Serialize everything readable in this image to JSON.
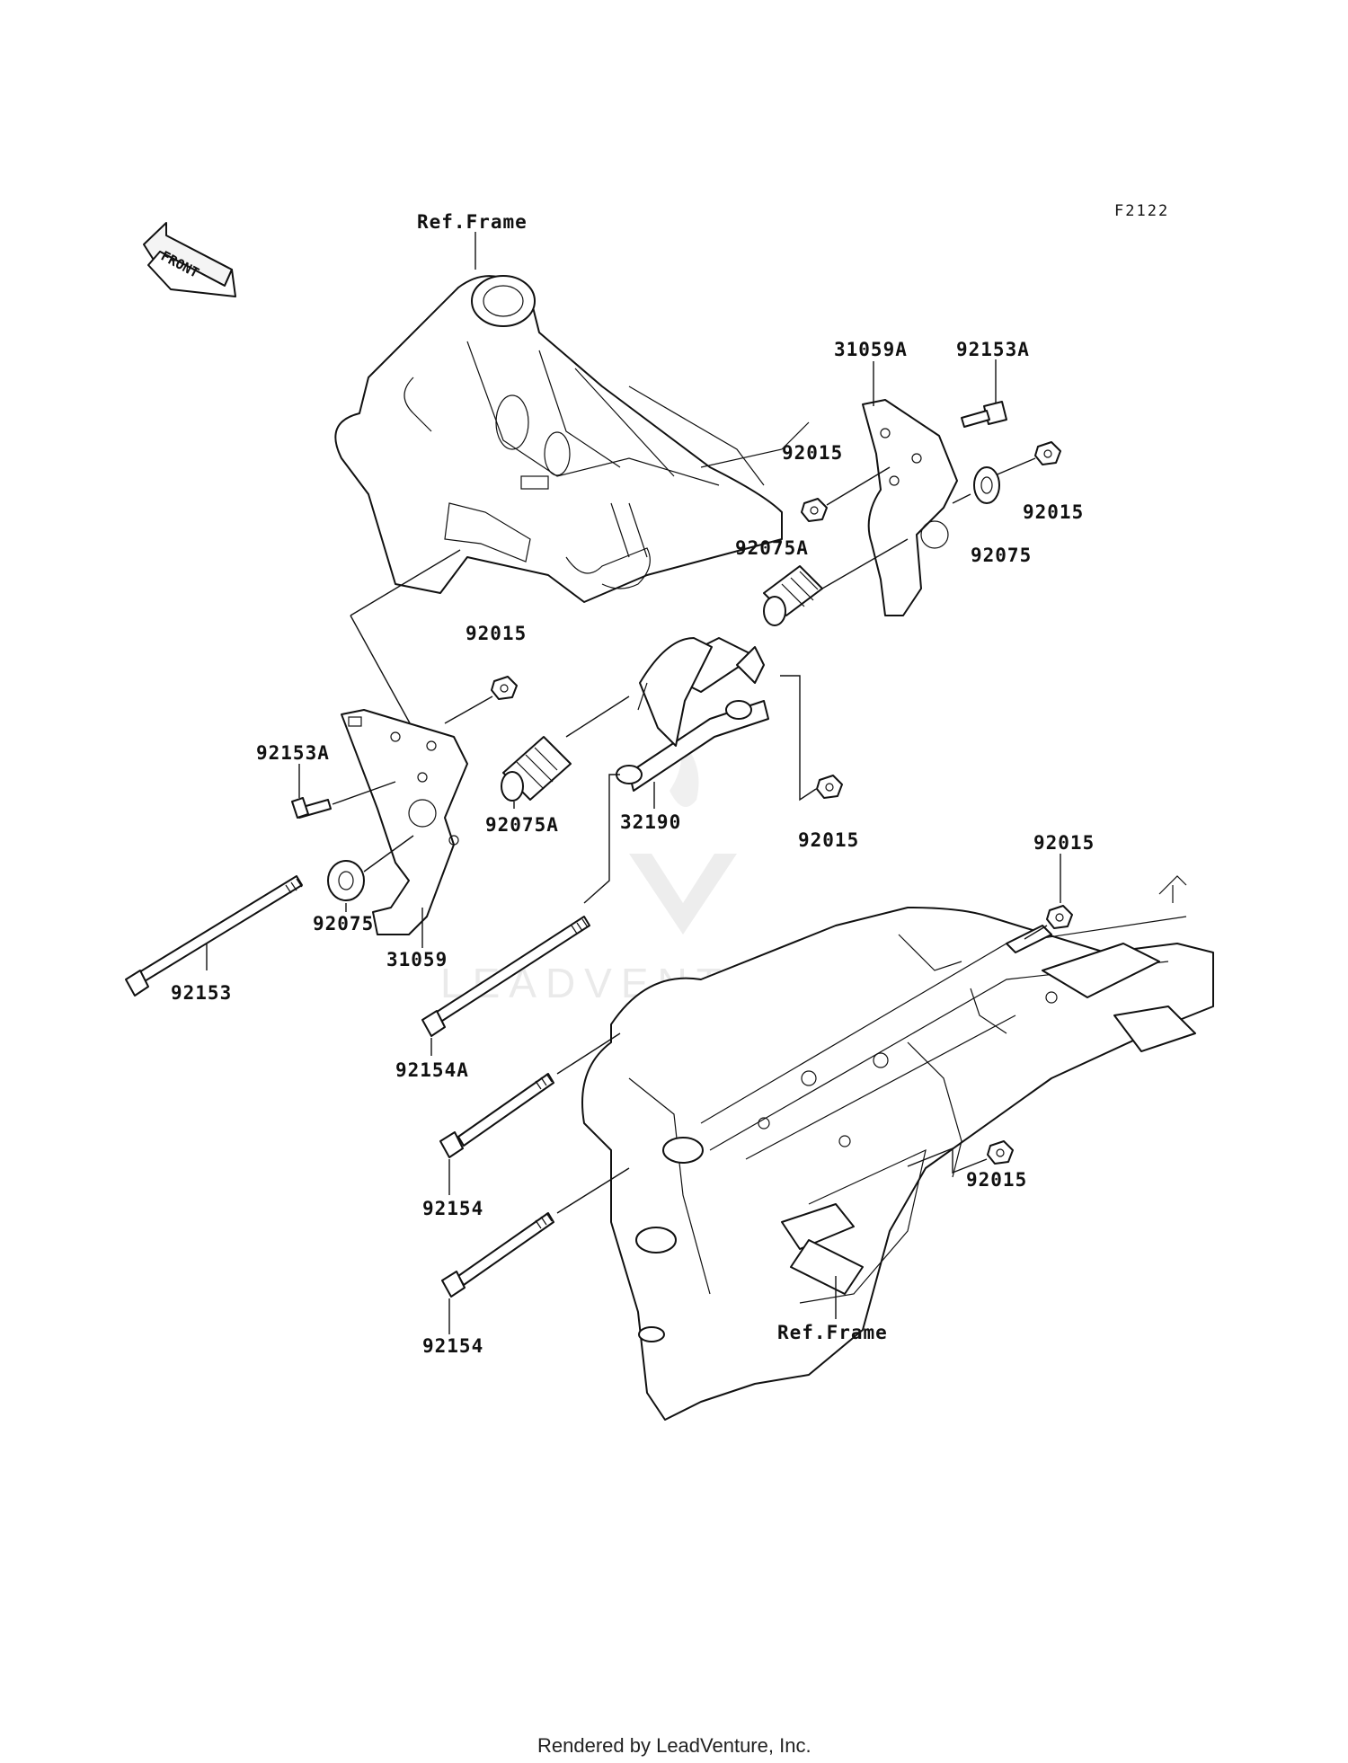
{
  "diagram_code": "F2122",
  "front_arrow_text": "FRONT",
  "watermark": "LEADVENTURE",
  "footer": "Rendered by LeadVenture, Inc.",
  "labels": {
    "ref_frame_top": "Ref.Frame",
    "ref_frame_bottom": "Ref.Frame",
    "p31059A": "31059A",
    "p92153A_top": "92153A",
    "p92015_a": "92015",
    "p92015_b": "92015",
    "p92075A_top": "92075A",
    "p92075_right": "92075",
    "p92015_c": "92015",
    "p92153A_left": "92153A",
    "p92075A_mid": "92075A",
    "p32190": "32190",
    "p92015_d": "92015",
    "p92015_e": "92015",
    "p92075_left": "92075",
    "p31059": "31059",
    "p92153": "92153",
    "p92154A": "92154A",
    "p92015_f": "92015",
    "p92154_a": "92154",
    "p92154_b": "92154"
  }
}
